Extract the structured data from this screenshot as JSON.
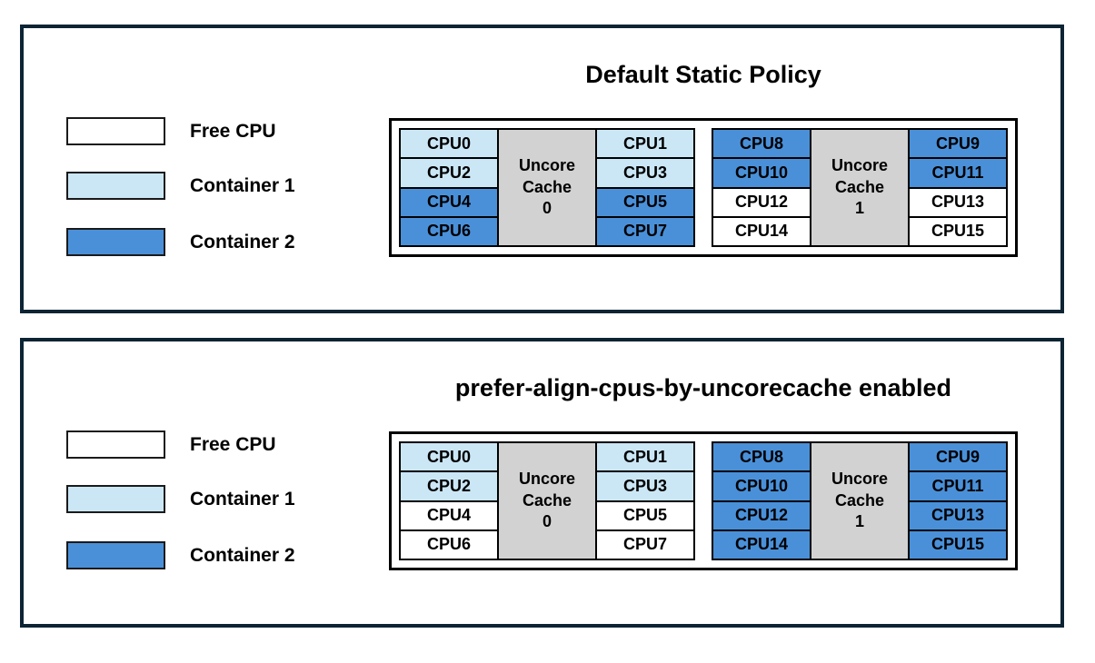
{
  "colors": {
    "free": "#ffffff",
    "container1": "#cbe7f6",
    "container2": "#4a90d9",
    "uncore_cache": "#d2d2d2",
    "panel_border": "#0c2433",
    "cell_border": "#000000",
    "text": "#000000"
  },
  "legend": {
    "items": [
      {
        "label": "Free CPU",
        "fill": "free"
      },
      {
        "label": "Container 1",
        "fill": "container1"
      },
      {
        "label": "Container 2",
        "fill": "container2"
      }
    ]
  },
  "panels": [
    {
      "title": "Default Static Policy",
      "groups": [
        {
          "cache_lines": [
            "Uncore",
            "Cache",
            "0"
          ],
          "left_cpus": [
            {
              "label": "CPU0",
              "alloc": "container1"
            },
            {
              "label": "CPU2",
              "alloc": "container1"
            },
            {
              "label": "CPU4",
              "alloc": "container2"
            },
            {
              "label": "CPU6",
              "alloc": "container2"
            }
          ],
          "right_cpus": [
            {
              "label": "CPU1",
              "alloc": "container1"
            },
            {
              "label": "CPU3",
              "alloc": "container1"
            },
            {
              "label": "CPU5",
              "alloc": "container2"
            },
            {
              "label": "CPU7",
              "alloc": "container2"
            }
          ]
        },
        {
          "cache_lines": [
            "Uncore",
            "Cache",
            "1"
          ],
          "left_cpus": [
            {
              "label": "CPU8",
              "alloc": "container2"
            },
            {
              "label": "CPU10",
              "alloc": "container2"
            },
            {
              "label": "CPU12",
              "alloc": "free"
            },
            {
              "label": "CPU14",
              "alloc": "free"
            }
          ],
          "right_cpus": [
            {
              "label": "CPU9",
              "alloc": "container2"
            },
            {
              "label": "CPU11",
              "alloc": "container2"
            },
            {
              "label": "CPU13",
              "alloc": "free"
            },
            {
              "label": "CPU15",
              "alloc": "free"
            }
          ]
        }
      ]
    },
    {
      "title": "prefer-align-cpus-by-uncorecache enabled",
      "groups": [
        {
          "cache_lines": [
            "Uncore",
            "Cache",
            "0"
          ],
          "left_cpus": [
            {
              "label": "CPU0",
              "alloc": "container1"
            },
            {
              "label": "CPU2",
              "alloc": "container1"
            },
            {
              "label": "CPU4",
              "alloc": "free"
            },
            {
              "label": "CPU6",
              "alloc": "free"
            }
          ],
          "right_cpus": [
            {
              "label": "CPU1",
              "alloc": "container1"
            },
            {
              "label": "CPU3",
              "alloc": "container1"
            },
            {
              "label": "CPU5",
              "alloc": "free"
            },
            {
              "label": "CPU7",
              "alloc": "free"
            }
          ]
        },
        {
          "cache_lines": [
            "Uncore",
            "Cache",
            "1"
          ],
          "left_cpus": [
            {
              "label": "CPU8",
              "alloc": "container2"
            },
            {
              "label": "CPU10",
              "alloc": "container2"
            },
            {
              "label": "CPU12",
              "alloc": "container2"
            },
            {
              "label": "CPU14",
              "alloc": "container2"
            }
          ],
          "right_cpus": [
            {
              "label": "CPU9",
              "alloc": "container2"
            },
            {
              "label": "CPU11",
              "alloc": "container2"
            },
            {
              "label": "CPU13",
              "alloc": "container2"
            },
            {
              "label": "CPU15",
              "alloc": "container2"
            }
          ]
        }
      ]
    }
  ]
}
